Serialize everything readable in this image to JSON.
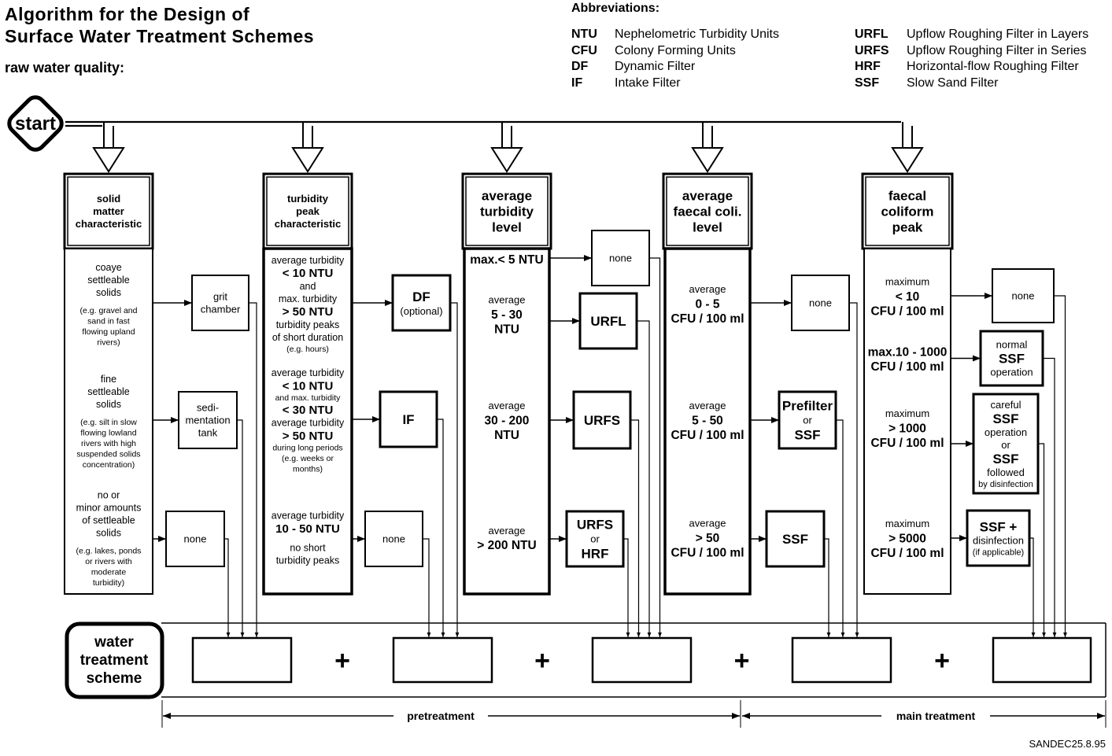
{
  "header": {
    "title_line1": "Algorithm for the Design of",
    "title_line2": "Surface Water Treatment Schemes",
    "subtitle": "raw water quality:"
  },
  "abbreviations": {
    "heading": "Abbreviations:",
    "left": [
      {
        "key": "NTU",
        "value": "Nephelometric Turbidity Units"
      },
      {
        "key": "CFU",
        "value": "Colony Forming Units"
      },
      {
        "key": "DF",
        "value": "Dynamic Filter"
      },
      {
        "key": "IF",
        "value": "Intake Filter"
      }
    ],
    "right": [
      {
        "key": "URFL",
        "value": "Upflow Roughing Filter in Layers"
      },
      {
        "key": "URFS",
        "value": "Upflow Roughing Filter in Series"
      },
      {
        "key": "HRF",
        "value": "Horizontal-flow Roughing Filter"
      },
      {
        "key": "SSF",
        "value": "Slow Sand Filter"
      }
    ]
  },
  "start_label": "start",
  "columns": [
    {
      "heading": [
        "solid",
        "matter",
        "characteristic"
      ],
      "conditions": [
        {
          "lines": [
            [
              "coaye",
              0
            ],
            [
              "settleable",
              0
            ],
            [
              "solids",
              0
            ],
            [
              "",
              0
            ],
            [
              "(e.g. gravel and",
              2
            ],
            [
              "sand in fast",
              2
            ],
            [
              "flowing upland",
              2
            ],
            [
              "rivers)",
              2
            ]
          ],
          "result": [
            [
              "grit",
              0
            ],
            [
              "chamber",
              0
            ]
          ]
        },
        {
          "lines": [
            [
              "fine",
              0
            ],
            [
              "settleable",
              0
            ],
            [
              "solids",
              0
            ],
            [
              "",
              0
            ],
            [
              "(e.g. silt in slow",
              2
            ],
            [
              "flowing lowland",
              2
            ],
            [
              "rivers with high",
              2
            ],
            [
              "suspended solids",
              2
            ],
            [
              "concentration)",
              2
            ]
          ],
          "result": [
            [
              "sedi-",
              0
            ],
            [
              "mentation",
              0
            ],
            [
              "tank",
              0
            ]
          ]
        },
        {
          "lines": [
            [
              "no or",
              0
            ],
            [
              "minor amounts",
              0
            ],
            [
              "of settleable",
              0
            ],
            [
              "solids",
              0
            ],
            [
              "",
              0
            ],
            [
              "(e.g. lakes, ponds",
              2
            ],
            [
              "or rivers with",
              2
            ],
            [
              "moderate",
              2
            ],
            [
              "turbidity)",
              2
            ]
          ],
          "result": [
            [
              "none",
              0
            ]
          ]
        }
      ]
    },
    {
      "heading": [
        "turbidity",
        "peak",
        "characteristic"
      ],
      "conditions": [
        {
          "lines": [
            [
              "average turbidity",
              0
            ],
            [
              "< 10 NTU",
              1
            ],
            [
              "and",
              0
            ],
            [
              "max. turbidity",
              0
            ],
            [
              "> 50 NTU",
              1
            ],
            [
              "turbidity peaks",
              0
            ],
            [
              "of short duration",
              0
            ],
            [
              "(e.g. hours)",
              2
            ]
          ],
          "result": [
            [
              "DF",
              1
            ],
            [
              "(optional)",
              0
            ]
          ]
        },
        {
          "lines": [
            [
              "average turbidity",
              0
            ],
            [
              "< 10 NTU",
              1
            ],
            [
              "and max. turbidity",
              2
            ],
            [
              "< 30 NTU",
              1
            ],
            [
              "average turbidity",
              0
            ],
            [
              "> 50 NTU",
              1
            ],
            [
              "during long periods",
              2
            ],
            [
              "(e.g. weeks or",
              2
            ],
            [
              "months)",
              2
            ]
          ],
          "result": [
            [
              "IF",
              1
            ]
          ]
        },
        {
          "lines": [
            [
              "average turbidity",
              0
            ],
            [
              "10 - 50 NTU",
              1
            ],
            [
              "",
              0
            ],
            [
              "no short",
              0
            ],
            [
              "turbidity peaks",
              0
            ]
          ],
          "result": [
            [
              "none",
              0
            ]
          ]
        }
      ]
    },
    {
      "heading": [
        "average",
        "turbidity",
        "level"
      ],
      "conditions": [
        {
          "lines": [
            [
              "max.< 5 NTU",
              1
            ]
          ],
          "result": [
            [
              "none",
              0
            ]
          ]
        },
        {
          "lines": [
            [
              "average",
              0
            ],
            [
              "5 - 30",
              1
            ],
            [
              "NTU",
              1
            ]
          ],
          "result": [
            [
              "URFL",
              1
            ]
          ]
        },
        {
          "lines": [
            [
              "average",
              0
            ],
            [
              "30 - 200",
              1
            ],
            [
              "NTU",
              1
            ]
          ],
          "result": [
            [
              "URFS",
              1
            ]
          ]
        },
        {
          "lines": [
            [
              "average",
              0
            ],
            [
              "> 200 NTU",
              1
            ]
          ],
          "result": [
            [
              "URFS",
              1
            ],
            [
              "or",
              0
            ],
            [
              "HRF",
              1
            ]
          ]
        }
      ]
    },
    {
      "heading": [
        "average",
        "faecal coli.",
        "level"
      ],
      "conditions": [
        {
          "lines": [
            [
              "average",
              0
            ],
            [
              "0 - 5",
              1
            ],
            [
              "CFU / 100 ml",
              1
            ]
          ],
          "result": [
            [
              "none",
              0
            ]
          ]
        },
        {
          "lines": [
            [
              "average",
              0
            ],
            [
              "5 - 50",
              1
            ],
            [
              "CFU / 100 ml",
              1
            ]
          ],
          "result": [
            [
              "Prefilter",
              1
            ],
            [
              "or",
              0
            ],
            [
              "SSF",
              1
            ]
          ]
        },
        {
          "lines": [
            [
              "average",
              0
            ],
            [
              "> 50",
              1
            ],
            [
              "CFU / 100 ml",
              1
            ]
          ],
          "result": [
            [
              "SSF",
              1
            ]
          ]
        }
      ]
    },
    {
      "heading": [
        "faecal",
        "coliform",
        "peak"
      ],
      "conditions": [
        {
          "lines": [
            [
              "maximum",
              0
            ],
            [
              "< 10",
              1
            ],
            [
              "CFU / 100 ml",
              1
            ]
          ],
          "result": [
            [
              "none",
              0
            ]
          ]
        },
        {
          "lines": [
            [
              "max.10 - 1000",
              1
            ],
            [
              "CFU / 100 ml",
              1
            ]
          ],
          "result": [
            [
              "normal",
              0
            ],
            [
              "SSF",
              1
            ],
            [
              "operation",
              0
            ]
          ]
        },
        {
          "lines": [
            [
              "maximum",
              0
            ],
            [
              "> 1000",
              1
            ],
            [
              "CFU / 100 ml",
              1
            ]
          ],
          "result": [
            [
              "careful",
              0
            ],
            [
              "SSF",
              1
            ],
            [
              "operation",
              0
            ],
            [
              "or",
              0
            ],
            [
              "SSF",
              1
            ],
            [
              "followed",
              0
            ],
            [
              "by disinfection",
              2
            ]
          ]
        },
        {
          "lines": [
            [
              "maximum",
              0
            ],
            [
              "> 5000",
              1
            ],
            [
              "CFU / 100 ml",
              1
            ]
          ],
          "result": [
            [
              "SSF +",
              1
            ],
            [
              "disinfection",
              0
            ],
            [
              "(if applicable)",
              2
            ]
          ]
        }
      ]
    }
  ],
  "scheme": {
    "label": [
      "water",
      "treatment",
      "scheme"
    ],
    "plus": "+",
    "slot_count": 5
  },
  "ranges": {
    "pretreatment": "pretreatment",
    "main_treatment": "main treatment"
  },
  "footer_code": "SANDEC25.8.95"
}
